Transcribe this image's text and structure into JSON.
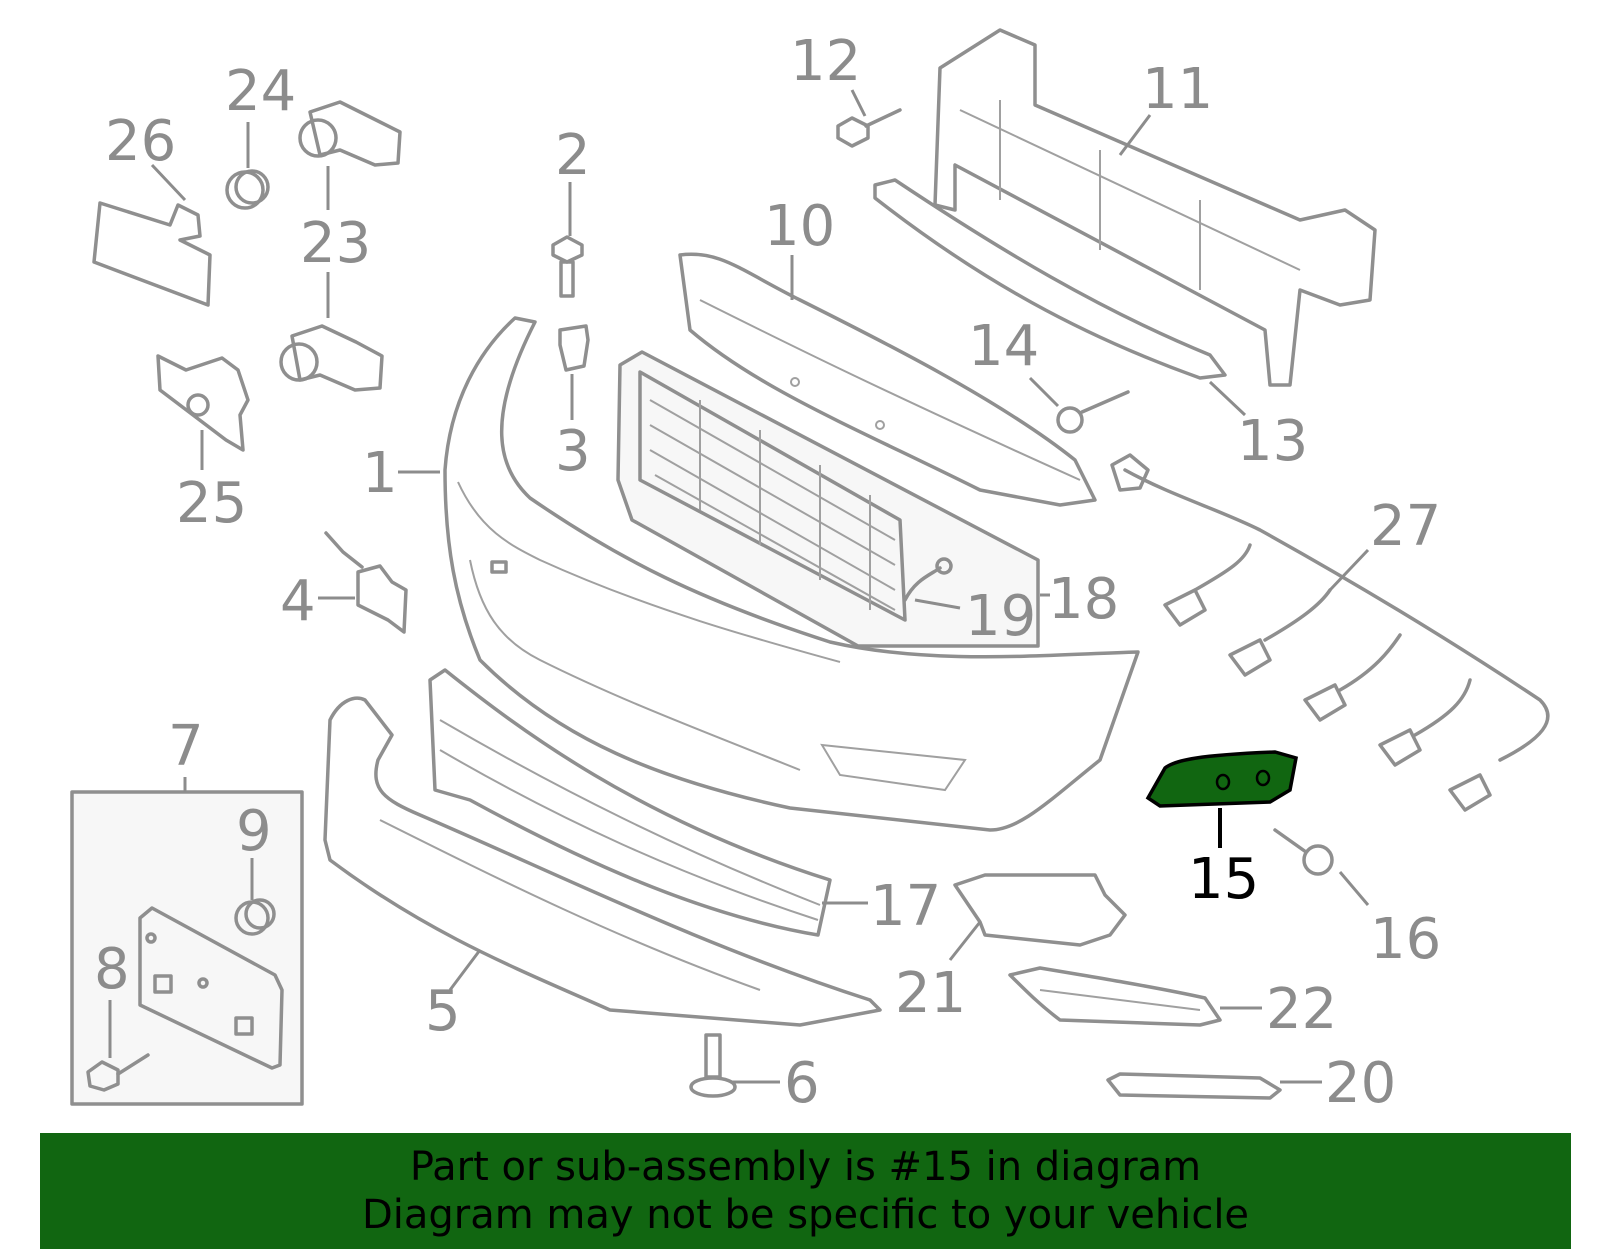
{
  "diagram": {
    "highlight_color": "#116611",
    "callouts": [
      {
        "id": "1",
        "text": "1",
        "highlighted": false
      },
      {
        "id": "2",
        "text": "2",
        "highlighted": false
      },
      {
        "id": "3",
        "text": "3",
        "highlighted": false
      },
      {
        "id": "4",
        "text": "4",
        "highlighted": false
      },
      {
        "id": "5",
        "text": "5",
        "highlighted": false
      },
      {
        "id": "6",
        "text": "6",
        "highlighted": false
      },
      {
        "id": "7",
        "text": "7",
        "highlighted": false
      },
      {
        "id": "8",
        "text": "8",
        "highlighted": false
      },
      {
        "id": "9",
        "text": "9",
        "highlighted": false
      },
      {
        "id": "10",
        "text": "10",
        "highlighted": false
      },
      {
        "id": "11",
        "text": "11",
        "highlighted": false
      },
      {
        "id": "12",
        "text": "12",
        "highlighted": false
      },
      {
        "id": "13",
        "text": "13",
        "highlighted": false
      },
      {
        "id": "14",
        "text": "14",
        "highlighted": false
      },
      {
        "id": "15",
        "text": "15",
        "highlighted": true
      },
      {
        "id": "16",
        "text": "16",
        "highlighted": false
      },
      {
        "id": "17",
        "text": "17",
        "highlighted": false
      },
      {
        "id": "18",
        "text": "18",
        "highlighted": false
      },
      {
        "id": "19",
        "text": "19",
        "highlighted": false
      },
      {
        "id": "20",
        "text": "20",
        "highlighted": false
      },
      {
        "id": "21",
        "text": "21",
        "highlighted": false
      },
      {
        "id": "22",
        "text": "22",
        "highlighted": false
      },
      {
        "id": "23",
        "text": "23",
        "highlighted": false
      },
      {
        "id": "24",
        "text": "24",
        "highlighted": false
      },
      {
        "id": "25",
        "text": "25",
        "highlighted": false
      },
      {
        "id": "26",
        "text": "26",
        "highlighted": false
      },
      {
        "id": "27",
        "text": "27",
        "highlighted": false
      }
    ]
  },
  "banner": {
    "background_color": "#116611",
    "line1": "Part or sub-assembly is #15 in diagram",
    "line2": "Diagram may not be specific to your vehicle"
  }
}
